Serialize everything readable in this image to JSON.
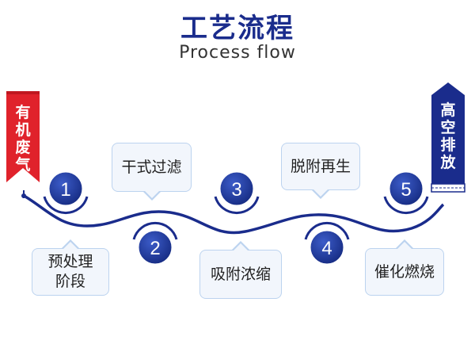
{
  "header": {
    "title": "工艺流程",
    "subtitle": "Process flow"
  },
  "inlet": {
    "label_chars": [
      "有",
      "机",
      "废",
      "气"
    ],
    "color": "#e0222b"
  },
  "outlet": {
    "label_chars": [
      "高",
      "空",
      "排",
      "放"
    ],
    "color": "#1a2c8c"
  },
  "steps": [
    {
      "number": "1",
      "label_lines": [
        "预处理",
        "阶段"
      ]
    },
    {
      "number": "2",
      "label_lines": [
        "干式过滤"
      ]
    },
    {
      "number": "3",
      "label_lines": [
        "吸附浓缩"
      ]
    },
    {
      "number": "4",
      "label_lines": [
        "脱附再生"
      ]
    },
    {
      "number": "5",
      "label_lines": [
        "催化燃烧"
      ]
    }
  ],
  "colors": {
    "accent": "#1a2c8c",
    "circle_fill": "#1f3a9e",
    "box_fill": "#f2f6fc",
    "box_border": "#bcd3ef"
  }
}
